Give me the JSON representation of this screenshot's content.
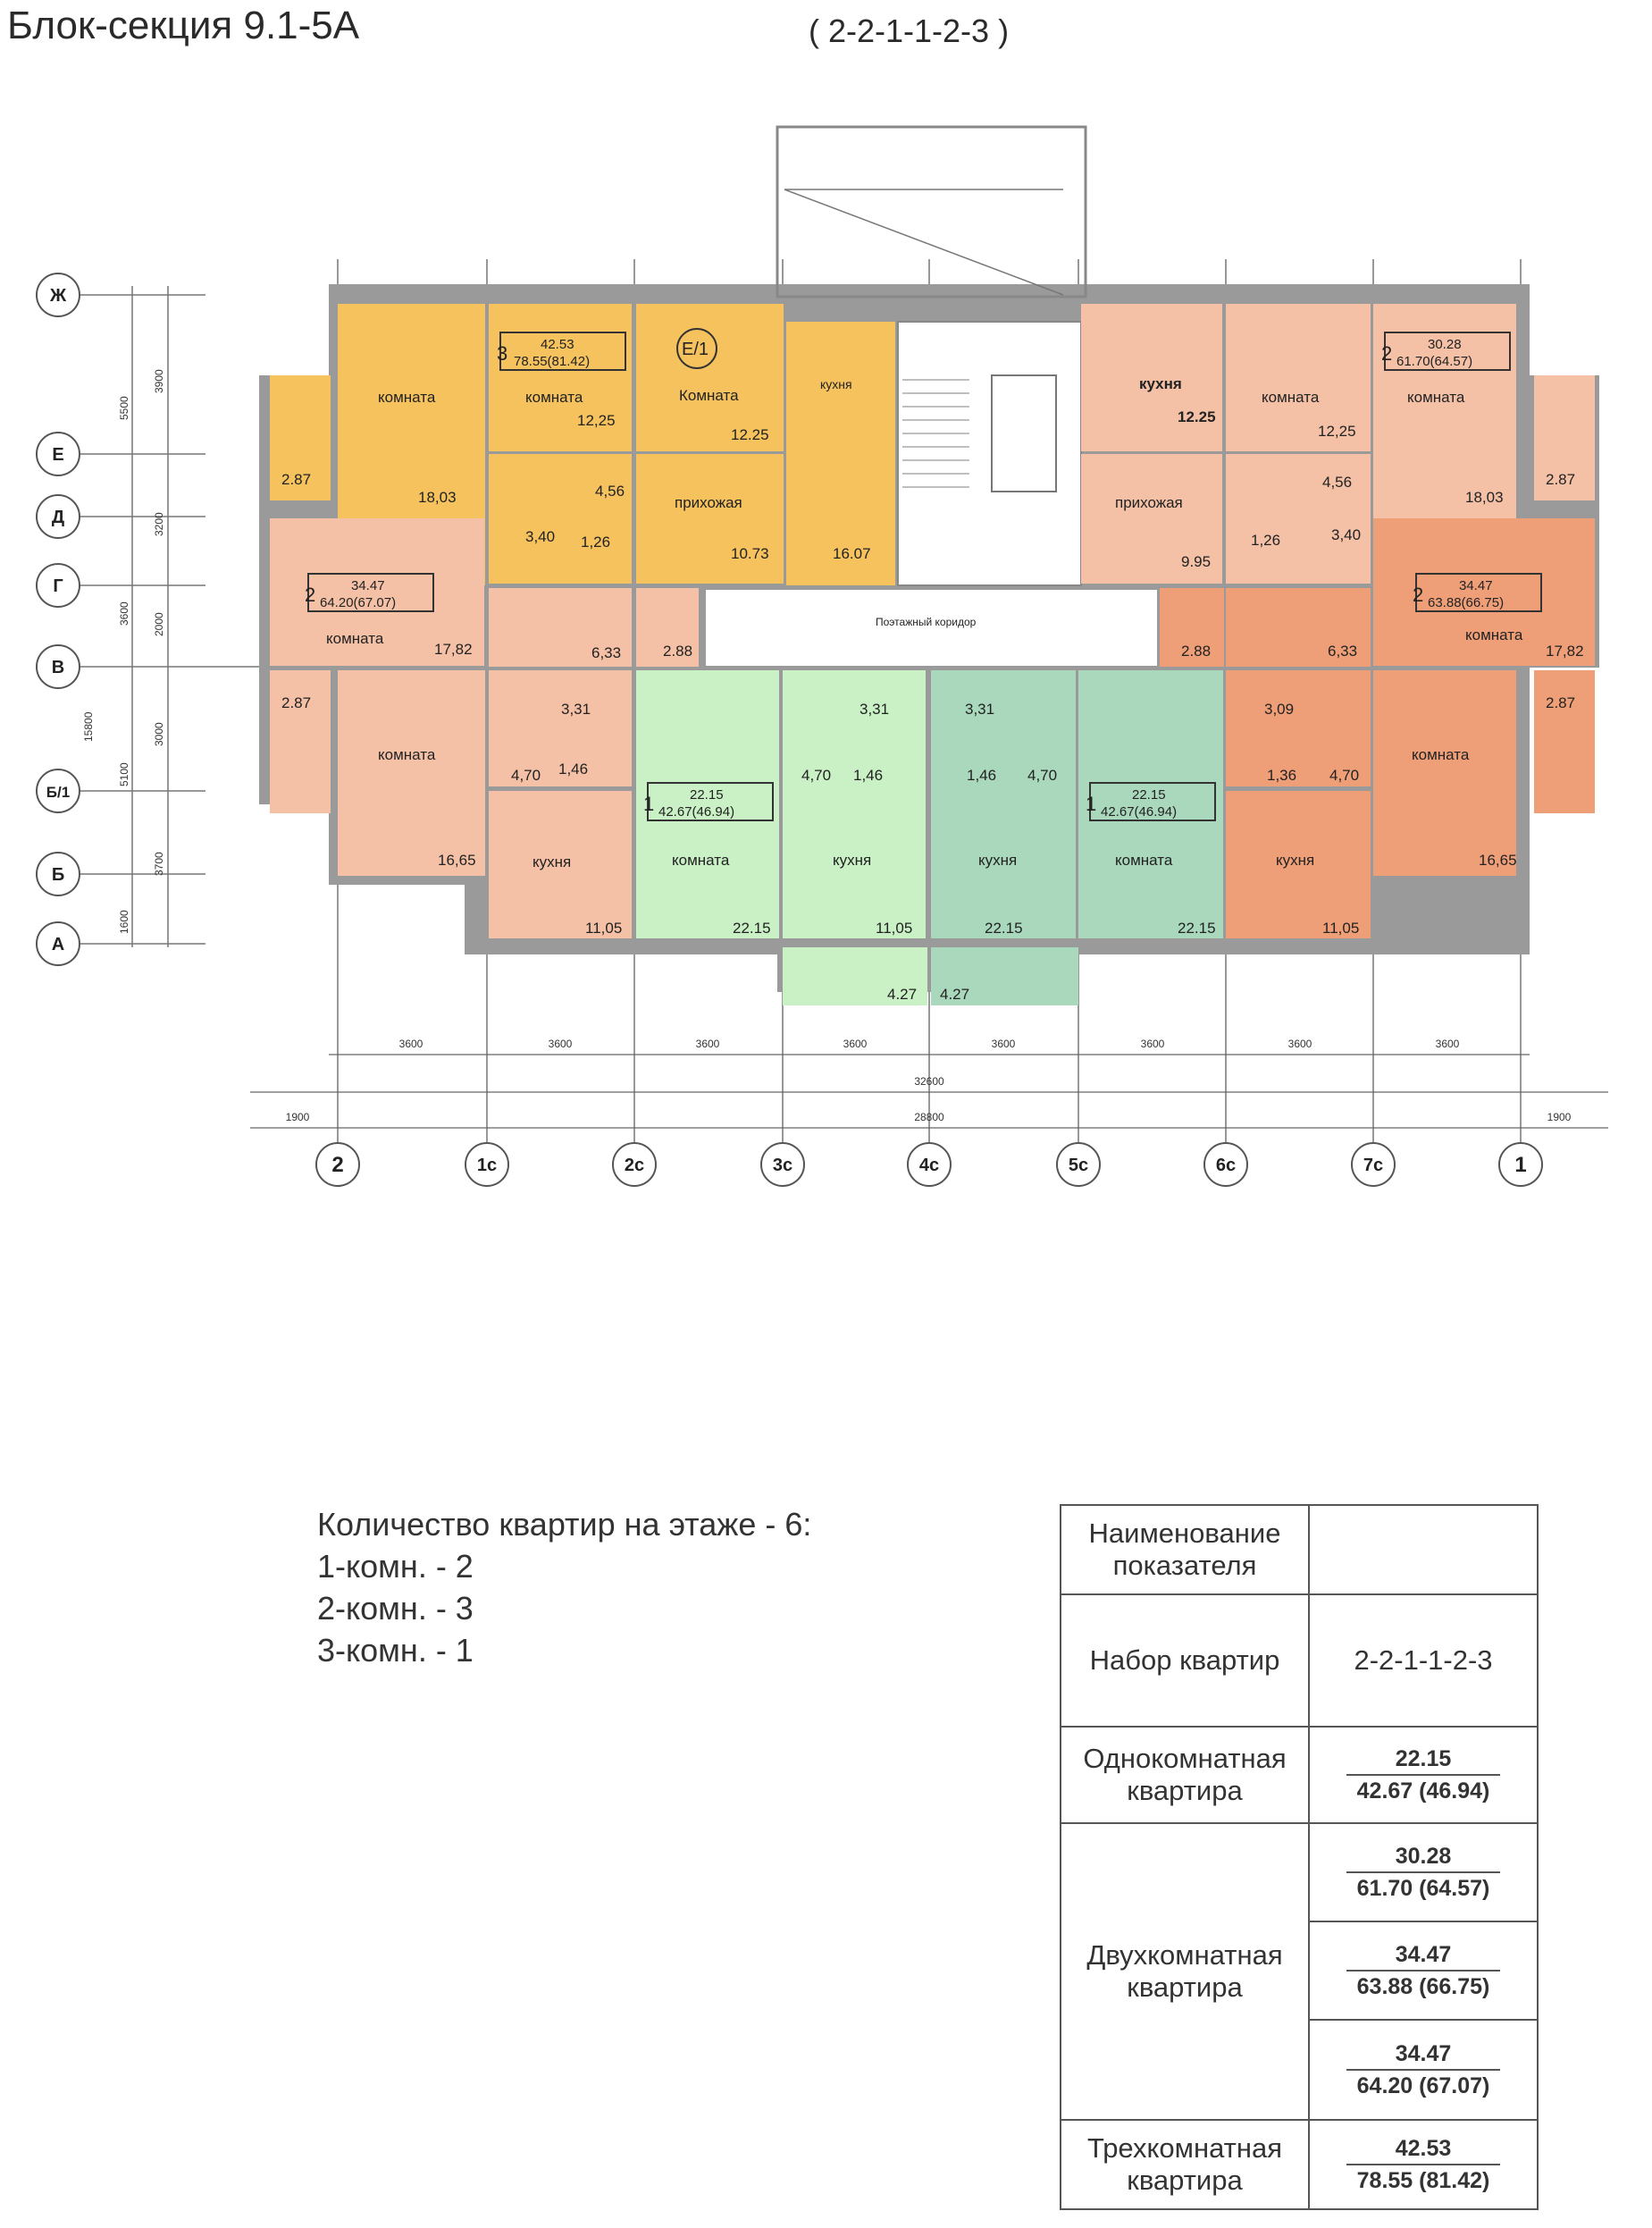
{
  "header": {
    "title": "Блок-секция 9.1-5А",
    "apartment_set": "( 2-2-1-1-2-3 )"
  },
  "plan": {
    "row_axes": [
      "Ж",
      "Е",
      "Д",
      "Г",
      "В",
      "Б/1",
      "Б",
      "А"
    ],
    "column_axes": [
      "2",
      "1с",
      "2с",
      "3с",
      "4с",
      "5с",
      "6с",
      "7с",
      "1"
    ],
    "dimensions": {
      "col_spans": [
        "3600",
        "3600",
        "3600",
        "3600",
        "3600",
        "3600",
        "3600",
        "3600"
      ],
      "total_outer": "32600",
      "total_inner": "28800",
      "edge_left": "1900",
      "edge_right": "1900",
      "row_outer": [
        "5500",
        "3600",
        "15800",
        "5100",
        "1600"
      ],
      "row_inner": [
        "3900",
        "3200",
        "2000",
        "3000",
        "3700"
      ]
    },
    "corridor_label": "Поэтажный коридор",
    "stair_tag": "Е/1",
    "apartment_tags": [
      {
        "rooms": "3",
        "living": "42.53",
        "total": "78.55(81.42)"
      },
      {
        "rooms": "2",
        "living": "30.28",
        "total": "61.70(64.57)"
      },
      {
        "rooms": "2",
        "living": "34.47",
        "total": "64.20(67.07)"
      },
      {
        "rooms": "2",
        "living": "34.47",
        "total": "63.88(66.75)"
      },
      {
        "rooms": "1",
        "living": "22.15",
        "total": "42.67(46.94)"
      },
      {
        "rooms": "1",
        "living": "22.15",
        "total": "42.67(46.94)"
      }
    ],
    "room_labels": {
      "komnata": "комната",
      "komnata_cap": "Комната",
      "kukhnya": "кухня",
      "prikhozhaya": "прихожая"
    },
    "areas": {
      "a_2_87": "2.87",
      "a_18_03": "18,03",
      "a_12_25": "12,25",
      "a_12_25_dot": "12.25",
      "a_4_56": "4,56",
      "a_3_40": "3,40",
      "a_1_26": "1,26",
      "a_10_73": "10.73",
      "a_16_07": "16.07",
      "a_9_95": "9.95",
      "a_17_82": "17,82",
      "a_6_33": "6,33",
      "a_2_88": "2.88",
      "a_3_31": "3,31",
      "a_1_46": "1,46",
      "a_4_70": "4,70",
      "a_16_65": "16,65",
      "a_11_05": "11,05",
      "a_22_15": "22.15",
      "a_4_27": "4.27",
      "a_3_09": "3,09",
      "a_1_36": "1,36",
      "a_11_05_dot": "11,05"
    },
    "colors": {
      "yellow": "#f5c25e",
      "pink": "#f4c0a6",
      "orange": "#ef9f78",
      "green": "#c9f1c5",
      "green_dark": "#a9d8bd",
      "corridor": "#ffffff",
      "wall": "#8a8a8a"
    }
  },
  "floor_counts": {
    "heading": "Количество квартир на этаже - 6:",
    "one_room": "1-комн. - 2",
    "two_room": "2-комн. - 3",
    "three_room": "3-комн. - 1"
  },
  "summary_table": {
    "header_label": "Наименование показателя",
    "set_label": "Набор квартир",
    "set_value": "2-2-1-1-2-3",
    "one_room_label": "Однокомнатная квартира",
    "one_room": {
      "living": "22.15",
      "total": "42.67 (46.94)"
    },
    "two_room_label": "Двухкомнатная квартира",
    "two_room": [
      {
        "living": "30.28",
        "total": "61.70 (64.57)"
      },
      {
        "living": "34.47",
        "total": "63.88 (66.75)"
      },
      {
        "living": "34.47",
        "total": "64.20 (67.07)"
      }
    ],
    "three_room_label": "Трехкомнатная квартира",
    "three_room": {
      "living": "42.53",
      "total": "78.55 (81.42)"
    }
  }
}
